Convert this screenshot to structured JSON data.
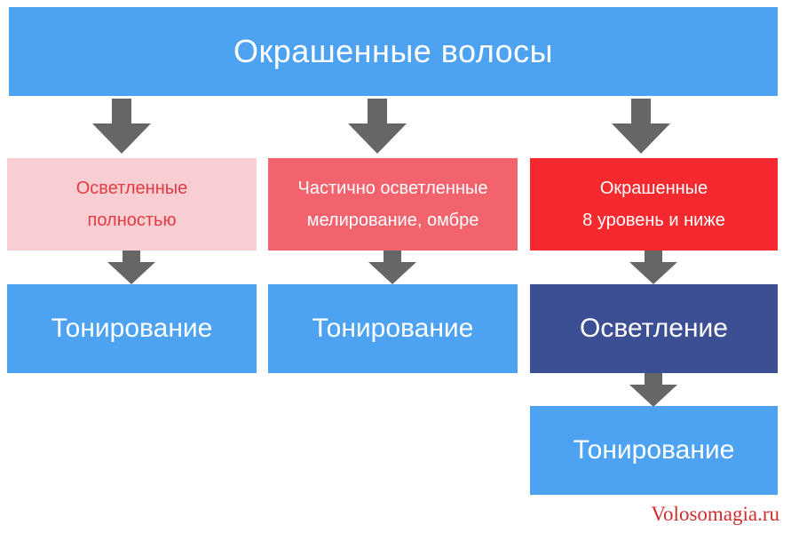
{
  "title": "Окрашенные волосы",
  "watermark": "Volosomagia.ru",
  "columns": [
    {
      "condition_line1": "Осветленные",
      "condition_line2": "полностью",
      "step1": "Тонирование"
    },
    {
      "condition_line1": "Частично осветленные",
      "condition_line2": "мелирование, омбре",
      "step1": "Тонирование"
    },
    {
      "condition_line1": "Окрашенные",
      "condition_line2": "8 уровень и ниже",
      "step1": "Осветление",
      "step2": "Тонирование"
    }
  ],
  "colors": {
    "blue": "#4da3f2",
    "navy": "#3d4f94",
    "pink": "#f9ced2",
    "salmon": "#f3636d",
    "red": "#f5292e",
    "arrow_gray": "#666666",
    "condition_red_text": "#e23b43",
    "watermark_red": "#cf2d2d"
  }
}
